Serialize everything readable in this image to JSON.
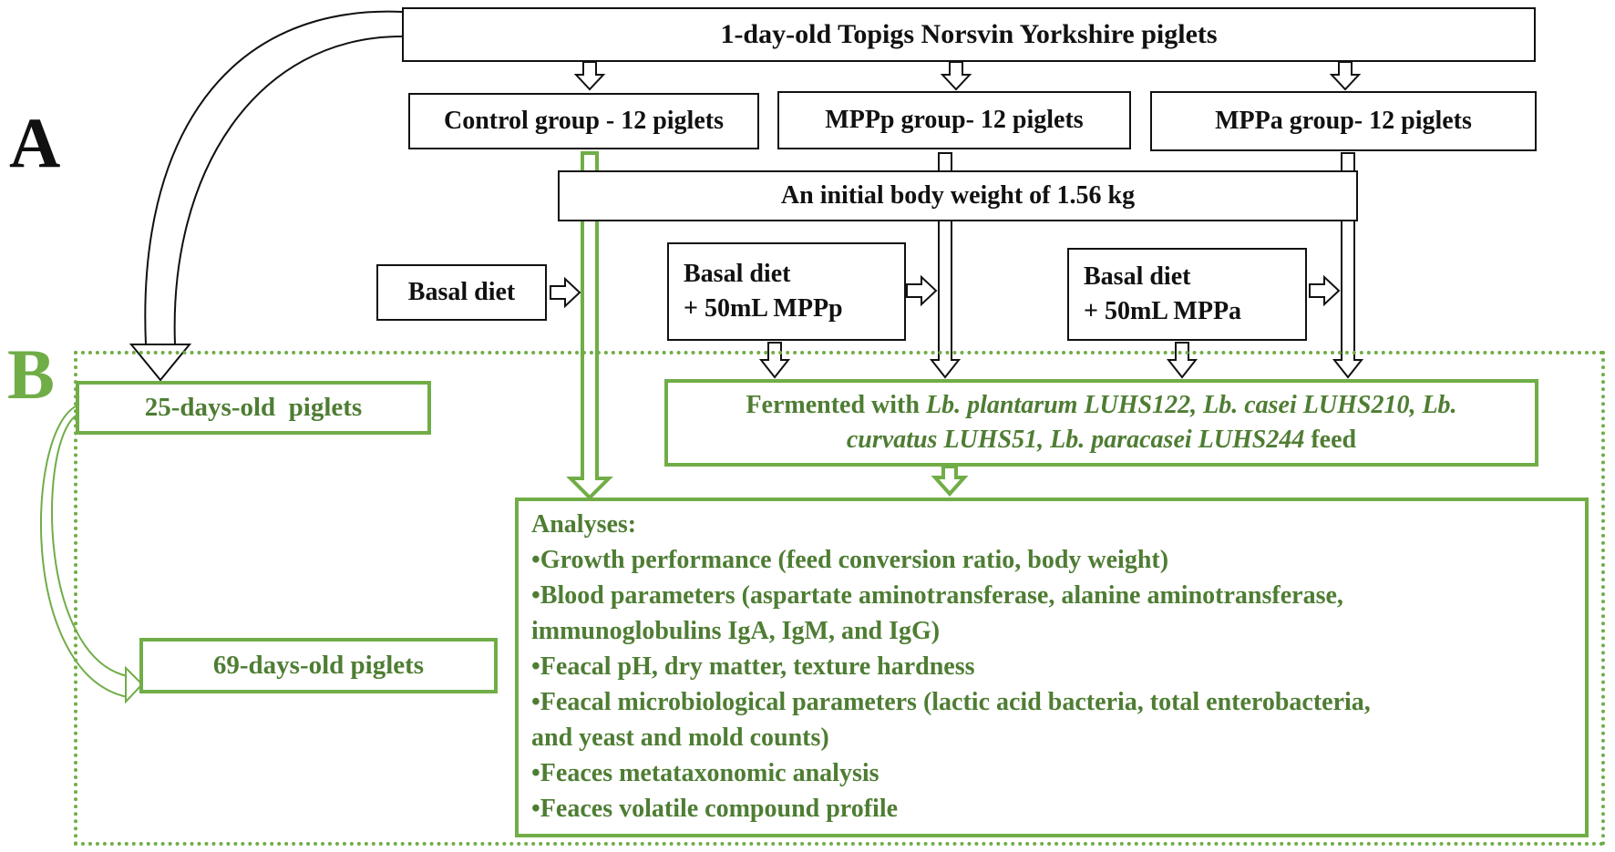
{
  "panel_a": "A",
  "panel_b": "B",
  "top_box": "1-day-old Topigs Norsvin Yorkshire piglets",
  "groups": [
    "Control group - 12 piglets",
    "MPPp group- 12 piglets",
    "MPPa group- 12 piglets"
  ],
  "initial_weight": "An initial body weight of 1.56 kg",
  "diets": {
    "control": "Basal diet",
    "mppp_line1": "Basal diet",
    "mppp_line2": "+ 50mL MPPp",
    "mppa_line1": "Basal diet",
    "mppa_line2": "+ 50mL MPPa"
  },
  "age_start": "25-days-old  piglets",
  "age_end": "69-days-old piglets",
  "fermented": {
    "prefix": "Fermented with ",
    "strains_line1": "Lb. plantarum LUHS122, Lb. casei LUHS210, Lb.",
    "strains_line2": "curvatus LUHS51, Lb. paracasei LUHS244",
    "suffix": " feed"
  },
  "analyses": {
    "title": "Analyses:",
    "items": [
      "•Growth performance (feed conversion ratio, body weight)",
      "•Blood parameters (aspartate aminotransferase, alanine aminotransferase,",
      "immunoglobulins IgA, IgM, and IgG)",
      "•Feacal pH, dry matter, texture hardness",
      "•Feacal microbiological parameters (lactic acid bacteria, total enterobacteria,",
      "and yeast and mold counts)",
      "•Feaces metataxonomic analysis",
      "•Feaces volatile compound profile"
    ]
  },
  "colors": {
    "black": "#111111",
    "green": "#70ad47",
    "green_text": "#4e7d33"
  }
}
